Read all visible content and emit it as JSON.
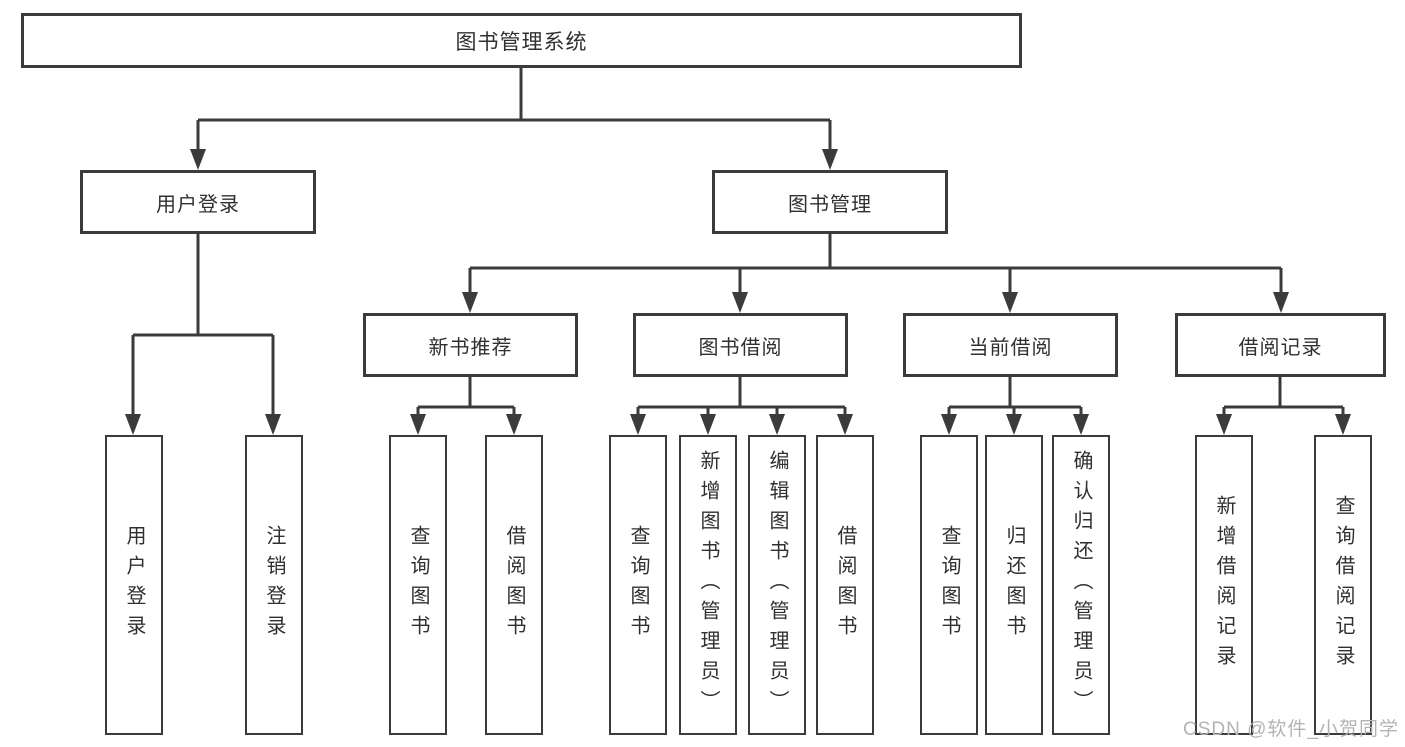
{
  "tree": {
    "root": {
      "label": "图书管理系统"
    },
    "branches": [
      {
        "label": "用户登录",
        "children": [
          {
            "label": "用户登录"
          },
          {
            "label": "注销登录"
          }
        ]
      },
      {
        "label": "图书管理",
        "children": [
          {
            "label": "新书推荐",
            "children": [
              {
                "label": "查询图书"
              },
              {
                "label": "借阅图书"
              }
            ]
          },
          {
            "label": "图书借阅",
            "children": [
              {
                "label": "查询图书"
              },
              {
                "label": "新增图书（管理员）"
              },
              {
                "label": "编辑图书（管理员）"
              },
              {
                "label": "借阅图书"
              }
            ]
          },
          {
            "label": "当前借阅",
            "children": [
              {
                "label": "查询图书"
              },
              {
                "label": "归还图书"
              },
              {
                "label": "确认归还（管理员）"
              }
            ]
          },
          {
            "label": "借阅记录",
            "children": [
              {
                "label": "新增借阅记录"
              },
              {
                "label": "查询借阅记录"
              }
            ]
          }
        ]
      }
    ]
  },
  "watermark": {
    "text": "CSDN @软件_小贺同学"
  },
  "colors": {
    "line": "#3b3b3b",
    "box_border": "#3b3b3b",
    "text": "#303030",
    "watermark": "#b3b3b3",
    "background": "#ffffff"
  }
}
